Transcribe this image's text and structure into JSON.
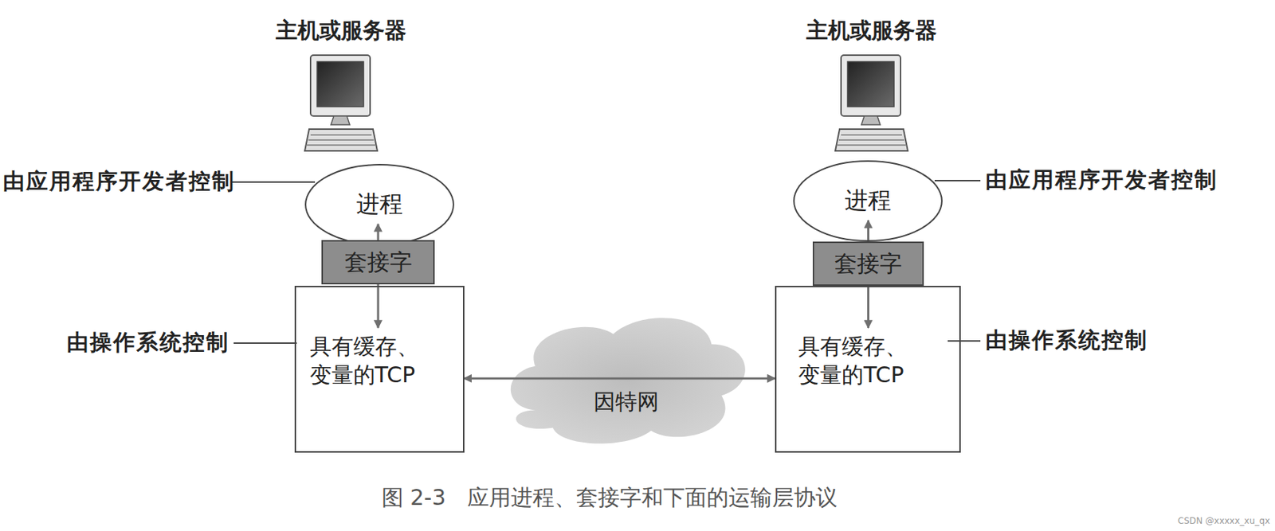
{
  "diagram": {
    "caption": "图 2-3　应用进程、套接字和下面的运输层协议",
    "nodes": [
      {
        "text": [
          "进程"
        ]
      },
      {
        "text": [
          "套接字"
        ]
      },
      {
        "text": [
          "具有缓存、 变量的TCP"
        ]
      },
      {
        "text": [
          "因特网"
        ]
      },
      {
        "text": [
          "进程"
        ]
      },
      {
        "text": [
          "套接字"
        ]
      },
      {
        "text": [
          "具有缓存、 变量的TCP"
        ]
      }
    ],
    "edges": [
      {
        "from": 1,
        "to": 0,
        "arrow": "to"
      },
      {
        "from": 1,
        "to": 2,
        "arrow": "to"
      },
      {
        "from": 2,
        "to": 6,
        "arrow": "both"
      },
      {
        "from": 5,
        "to": 4,
        "arrow": "to"
      },
      {
        "from": 5,
        "to": 6,
        "arrow": "to"
      }
    ],
    "labels": [
      "主机或服务器",
      "主机或服务器",
      "由应用程序开发者控制",
      "由应用程序开发者控制",
      "由操作系统控制",
      "由操作系统控制",
      "CSDN @xxxxx_xu_qx"
    ]
  }
}
